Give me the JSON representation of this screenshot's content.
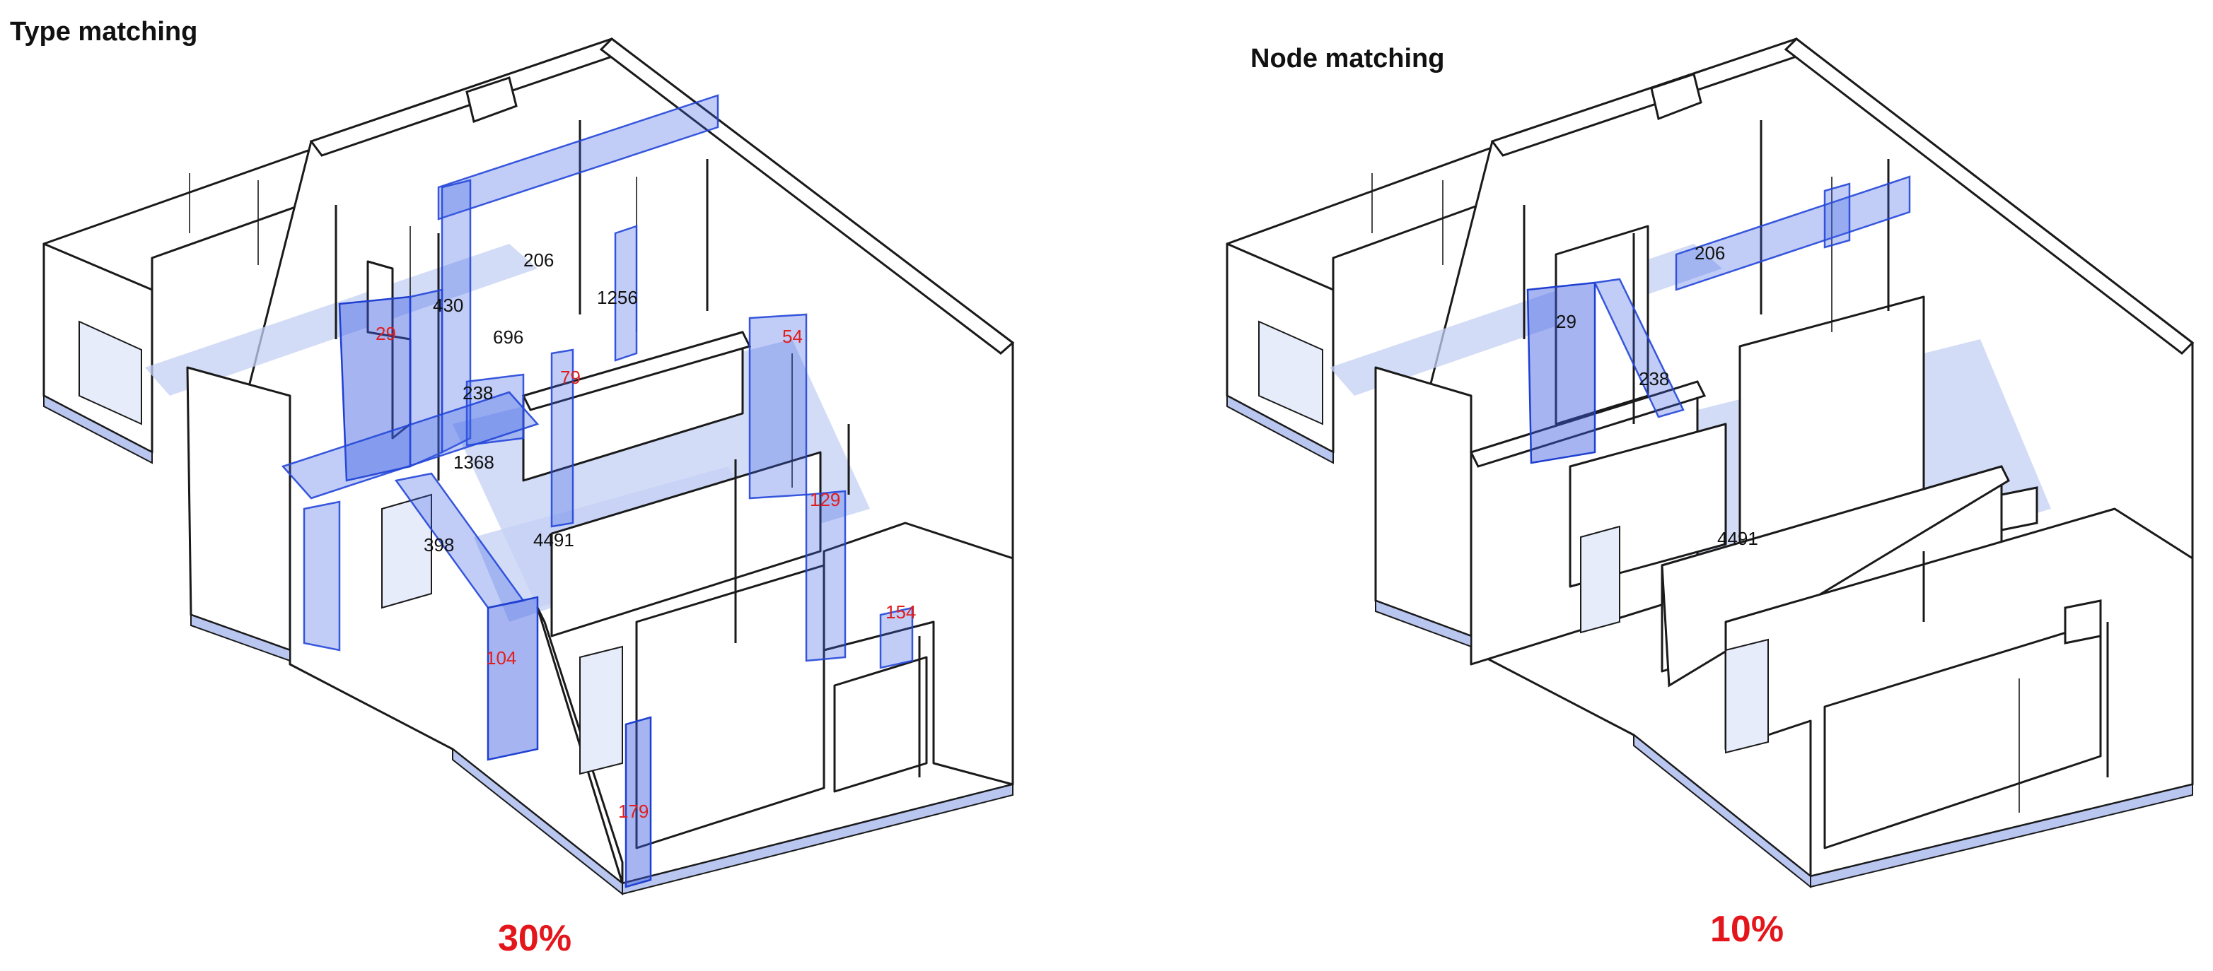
{
  "panels": [
    {
      "title": "Type matching",
      "percentage": "30%",
      "labels_black": [
        "206",
        "430",
        "1256",
        "696",
        "238",
        "1368",
        "398",
        "4491"
      ],
      "labels_red": [
        "29",
        "54",
        "79",
        "129",
        "104",
        "154",
        "179"
      ]
    },
    {
      "title": "Node matching",
      "percentage": "10%",
      "labels_black": [
        "206",
        "29",
        "238",
        "4491"
      ],
      "labels_red": []
    }
  ],
  "colors": {
    "highlight": "#3f63e6",
    "floor": "#c4d0f4",
    "label_red": "#e01e1e",
    "percentage_red": "#e3161c"
  }
}
